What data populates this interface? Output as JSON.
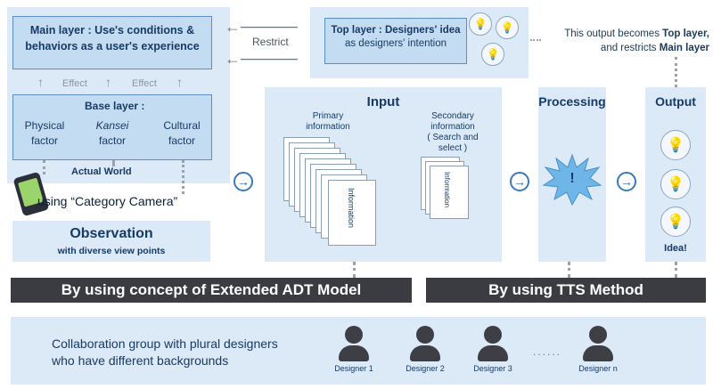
{
  "main_layer": {
    "line1": "Main layer : Use's conditions &",
    "line2": "behaviors as a user's experience"
  },
  "restrict_label": "Restrict",
  "top_layer": {
    "line1": "Top layer : Designers' idea",
    "line2": "as designers' intention"
  },
  "output_note": {
    "line1_a": "This output becomes ",
    "line1_b": "Top layer,",
    "line2_a": "and restricts ",
    "line2_b": "Main layer"
  },
  "effect_labels": [
    "Effect",
    "Effect"
  ],
  "base_layer": {
    "title": "Base layer :",
    "physical": [
      "Physical",
      "factor"
    ],
    "kansei": [
      "Kansei",
      "factor"
    ],
    "cultural": [
      "Cultural",
      "factor"
    ]
  },
  "actual_world": "Actual World",
  "camera_label": "using “Category Camera”",
  "observation": {
    "title": "Observation",
    "subtitle": "with diverse view points"
  },
  "input": {
    "title": "Input",
    "primary": [
      "Primary",
      "information"
    ],
    "secondary": [
      "Secondary",
      "information",
      "( Search and",
      "select )"
    ],
    "paper_text": "Information"
  },
  "processing": {
    "title": "Processing",
    "symbol": "!"
  },
  "output": {
    "title": "Output",
    "idea": "Idea!"
  },
  "banner_left": "By using concept of Extended ADT Model",
  "banner_right": "By using TTS Method",
  "collab": {
    "line1": "Collaboration group with plural designers",
    "line2": "who have different backgrounds"
  },
  "designers": [
    "Designer 1",
    "Designer 2",
    "Designer 3",
    "Designer n"
  ],
  "ellipsis": "......",
  "arrow_glyph": "→",
  "colors": {
    "panel": "#dce9f6",
    "box": "#c4dcf2",
    "banner": "#3b3c42",
    "text": "#163a66"
  }
}
